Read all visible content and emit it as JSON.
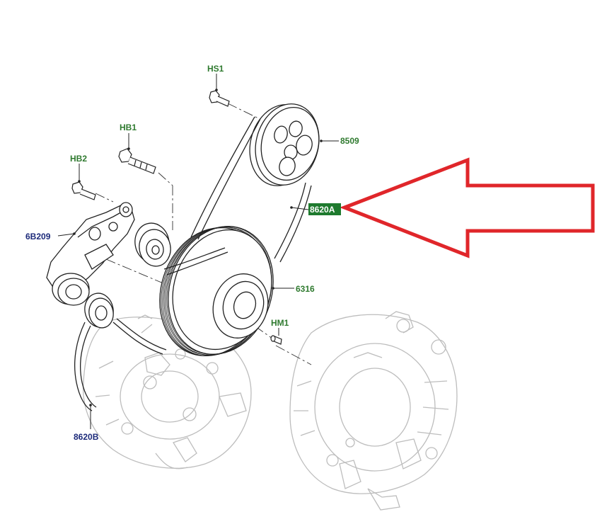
{
  "labels": {
    "hs1": "HS1",
    "hb1": "HB1",
    "hb2": "HB2",
    "p8509": "8509",
    "p8620a": "8620A",
    "p6b209": "6B209",
    "p6316": "6316",
    "hm1": "HM1",
    "p8620b": "8620B"
  },
  "colors": {
    "label_green": "#2f7a2f",
    "label_navy": "#1c2a7a",
    "highlight_box": "#1e7a2e",
    "arrow": "#e0262a",
    "line_dark": "#222222",
    "line_faint": "#bdbdbd"
  },
  "icons": {
    "arrow": "left-pointing-callout-arrow"
  }
}
